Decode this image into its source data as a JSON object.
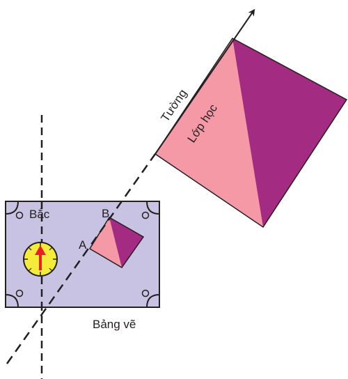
{
  "labels": {
    "wall": "Tường",
    "classroom": "Lớp học",
    "north": "Bắc",
    "point_a": "A",
    "point_b": "B",
    "drawing_board": "Bảng vẽ"
  },
  "colors": {
    "classroom_light": "#f599a7",
    "classroom_dark": "#a32b82",
    "board_fill": "#c8c2e3",
    "board_border": "#231f20",
    "compass_fill": "#f5ec3a",
    "compass_needle": "#ee1c25",
    "line": "#231f20"
  },
  "icons": {
    "compass": "compass-icon",
    "arrow": "arrow-head-icon"
  }
}
